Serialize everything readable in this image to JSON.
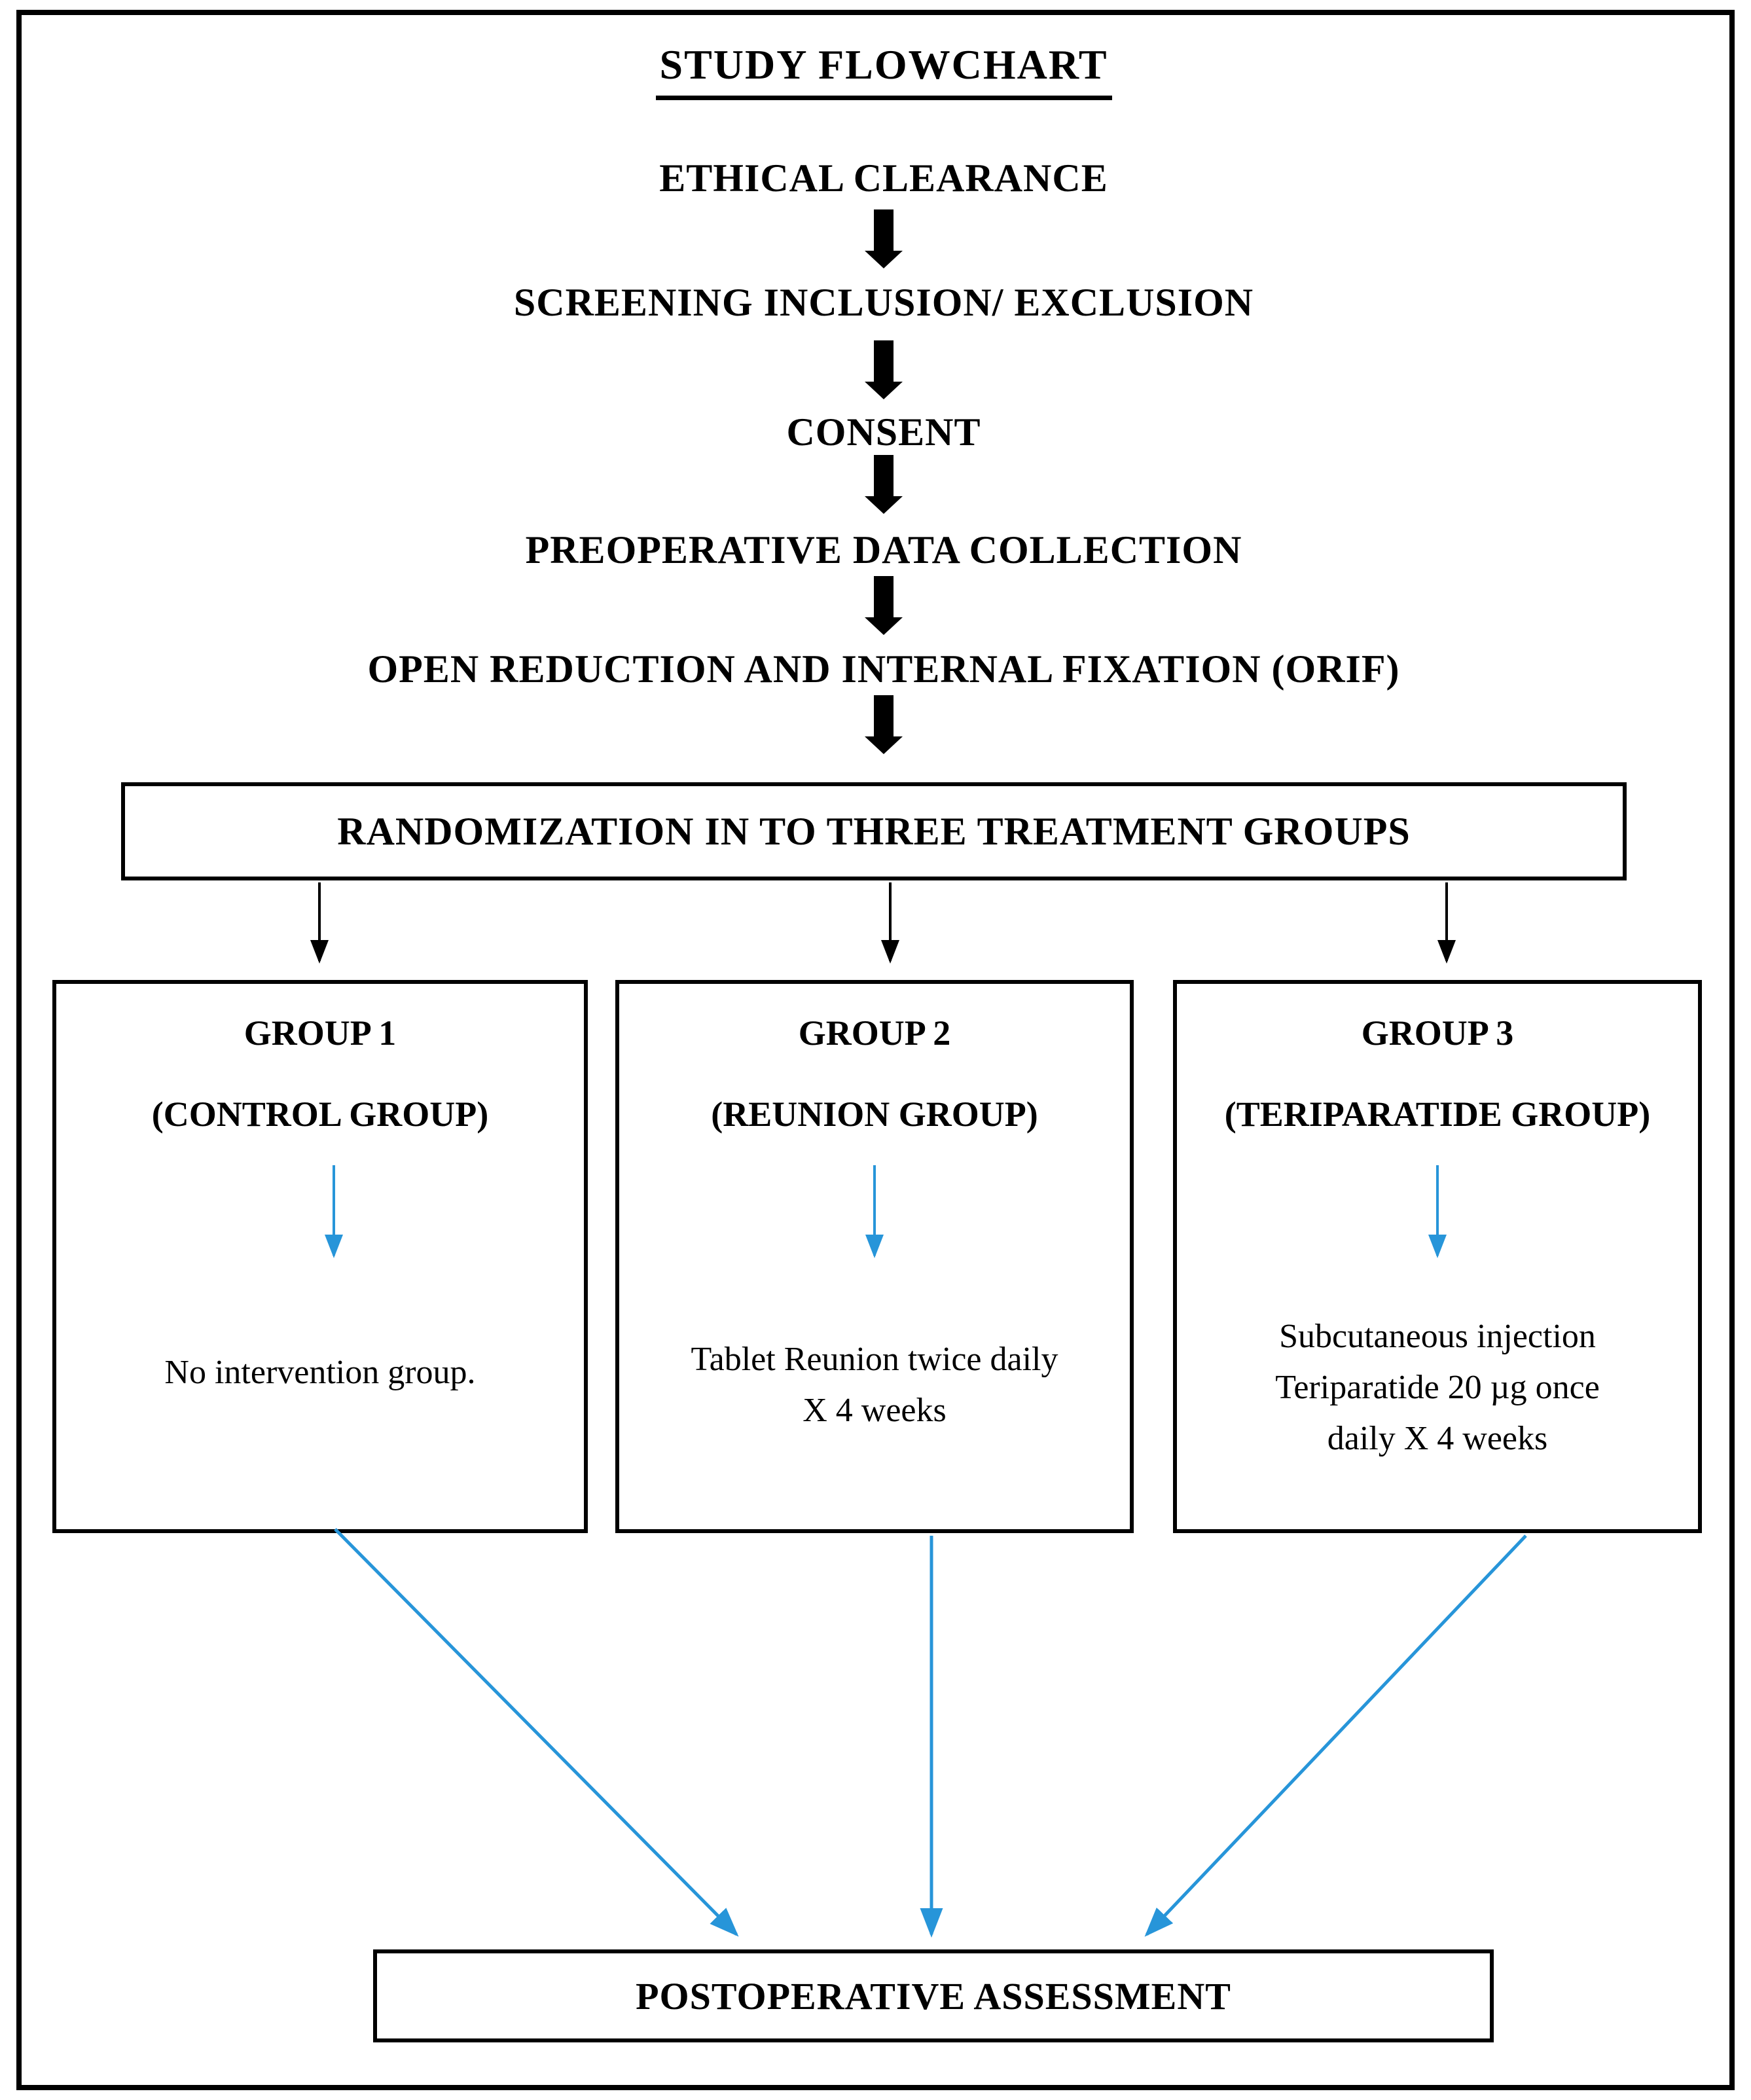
{
  "title": "STUDY FLOWCHART",
  "steps": [
    {
      "label": "ETHICAL CLEARANCE"
    },
    {
      "label": "SCREENING INCLUSION/ EXCLUSION"
    },
    {
      "label": "CONSENT"
    },
    {
      "label": "PREOPERATIVE DATA COLLECTION"
    },
    {
      "label": "OPEN REDUCTION AND INTERNAL FIXATION (ORIF)"
    }
  ],
  "randomization_label": "RANDOMIZATION IN TO THREE TREATMENT GROUPS",
  "groups": [
    {
      "name": "GROUP 1",
      "subtitle": "(CONTROL GROUP)",
      "description": "No intervention group."
    },
    {
      "name": "GROUP 2",
      "subtitle": "(REUNION GROUP)",
      "description": "Tablet Reunion twice daily\nX 4 weeks"
    },
    {
      "name": "GROUP 3",
      "subtitle": "(TERIPARATIDE GROUP)",
      "description": "Subcutaneous injection\nTeriparatide 20 µg once\ndaily X 4 weeks"
    }
  ],
  "final_label": "POSTOPERATIVE ASSESSMENT",
  "colors": {
    "arrow_black": "#000000",
    "arrow_blue": "#2795D9",
    "box_border": "#000000",
    "text": "#000000",
    "page_background": "#FFFFFF"
  }
}
